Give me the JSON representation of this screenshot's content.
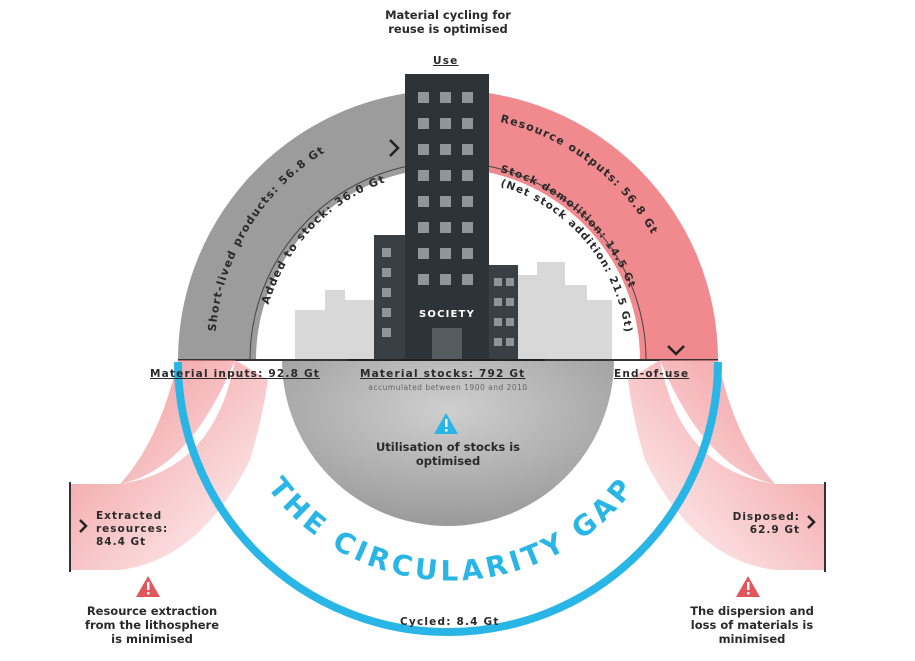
{
  "top_note": {
    "line1": "Material cycling for",
    "line2": "reuse is optimised"
  },
  "labels": {
    "use": "Use",
    "society": "SOCIETY",
    "material_inputs": "Material inputs: 92.8 Gt",
    "material_stocks": "Material stocks: 792 Gt",
    "stocks_sub": "accumulated between 1900 and 2010",
    "end_of_use": "End-of-use",
    "extracted": {
      "line1": "Extracted",
      "line2": "resources:",
      "line3": "84.4 Gt"
    },
    "disposed": {
      "line1": "Disposed:",
      "line2": "62.9 Gt"
    },
    "cycled": "Cycled: 8.4 Gt",
    "gap_title": "THE CIRCULARITY GAP"
  },
  "arc_labels": {
    "short_lived": "Short-lived products: 56.8 Gt",
    "added_to_stock": "Added to stock: 36.0 Gt",
    "resource_outputs": "Resource outputs: 56.8 Gt",
    "stock_demolition": "Stock demolition: 14.5 Gt",
    "net_stock_addition": "(Net stock addition: 21.5 Gt)"
  },
  "notes": {
    "stocks": {
      "line1": "Utilisation of stocks is",
      "line2": "optimised"
    },
    "extraction": {
      "line1": "Resource extraction",
      "line2": "from the lithosphere",
      "line3": "is minimised"
    },
    "dispersion": {
      "line1": "The dispersion and",
      "line2": "loss of materials is",
      "line3": "minimised"
    }
  },
  "colors": {
    "grey_flow": "#9c9c9c",
    "red_flow": "#f08a8e",
    "blue_gap": "#29b6e6",
    "building": "#2e3338",
    "warning_blue": "#29b6e6",
    "warning_red": "#e2555a"
  },
  "icons": {
    "warning": "warning-icon",
    "chevron": "chevron-icon"
  }
}
